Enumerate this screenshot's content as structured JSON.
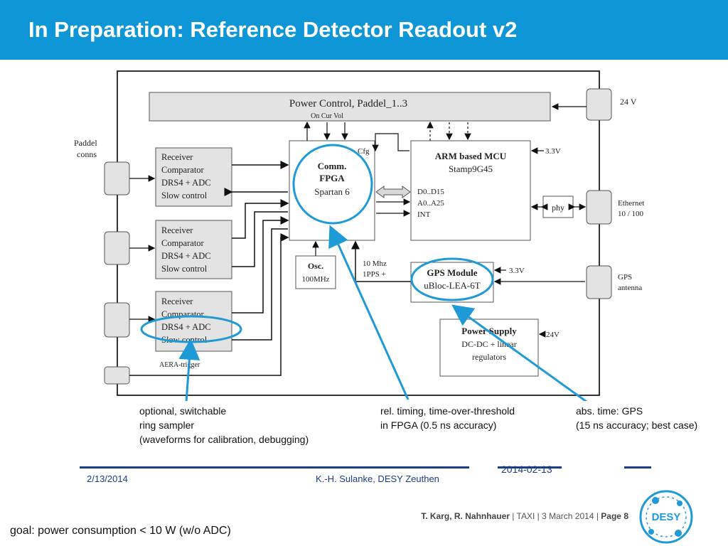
{
  "title": "In Preparation: Reference Detector Readout v2",
  "diagram": {
    "power_control": {
      "label": "Power Control, Paddel_1..3",
      "sub": "On   Cur  Vol"
    },
    "paddel_conns": [
      "Paddel",
      "conns"
    ],
    "receiver_lines": [
      "Receiver",
      "Comparator",
      "DRS4 + ADC",
      "Slow control"
    ],
    "cfg": "Cfg",
    "fpga": [
      "Comm.",
      "FPGA",
      "Spartan 6"
    ],
    "mcu": {
      "title": "ARM based MCU",
      "model": "Stamp9G45",
      "pins": [
        "D0..D15",
        "A0..A25",
        "INT"
      ]
    },
    "phy": "phy",
    "osc": {
      "title": "Osc.",
      "freq": "100MHz"
    },
    "signals": [
      "10 Mhz",
      "1PPS +"
    ],
    "gps": {
      "title": "GPS Module",
      "model": "uBloc-LEA-6T"
    },
    "power_supply": {
      "title": "Power Supply",
      "line1": "DC-DC + linear",
      "line2": "regulators"
    },
    "v33_a": "3.3V",
    "v33_b": "3.3V",
    "v24_ps": "24V",
    "ext_24v": "24 V",
    "ethernet": [
      "Ethernet",
      "10 / 100"
    ],
    "gps_antenna": [
      "GPS",
      "antenna"
    ],
    "aera": "AERA-trigger"
  },
  "annotations": {
    "ring": [
      "optional, switchable",
      "ring sampler",
      "(waveforms for calibration, debugging)"
    ],
    "timing": [
      "rel. timing, time-over-threshold",
      "in FPGA (0.5 ns accuracy)"
    ],
    "gps": [
      "abs. time: GPS",
      "(15 ns accuracy; best case)"
    ]
  },
  "strip": {
    "left": "2/13/2014",
    "mid": "K.-H. Sulanke, DESY Zeuthen",
    "date": "2014-02-13"
  },
  "footer": {
    "authors": "T. Karg, R. Nahnhauer",
    "event": "TAXI",
    "date": "3 March 2014",
    "page": "Page 8",
    "sep": "|"
  },
  "goal": "goal: power consumption < 10 W (w/o ADC)",
  "logo_text": "DESY",
  "colors": {
    "header": "#0f96d6",
    "annotation": "#1e9ad6",
    "strip": "#1a3c87"
  }
}
